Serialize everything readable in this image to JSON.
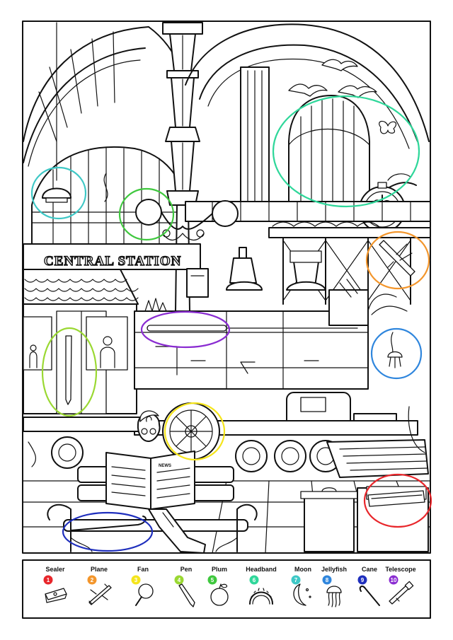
{
  "scene": {
    "sign_text": "CENTRAL STATION",
    "newspaper_text": "NEWS"
  },
  "legend": {
    "items": [
      {
        "number": "1",
        "label": "Sealer",
        "color": "#e8262b",
        "icon": "sealer-icon"
      },
      {
        "number": "2",
        "label": "Plane",
        "color": "#f3962c",
        "icon": "plane-icon"
      },
      {
        "number": "3",
        "label": "Fan",
        "color": "#f5e51c",
        "icon": "fan-icon"
      },
      {
        "number": "4",
        "label": "Pen",
        "color": "#9ad832",
        "icon": "pen-icon"
      },
      {
        "number": "5",
        "label": "Plum",
        "color": "#3fc83e",
        "icon": "plum-icon"
      },
      {
        "number": "6",
        "label": "Headband",
        "color": "#2fd79a",
        "icon": "headband-icon"
      },
      {
        "number": "7",
        "label": "Moon",
        "color": "#3ec8c6",
        "icon": "moon-icon"
      },
      {
        "number": "8",
        "label": "Jellyfish",
        "color": "#2f86dd",
        "icon": "jellyfish-icon"
      },
      {
        "number": "9",
        "label": "Cane",
        "color": "#1f2fbd",
        "icon": "cane-icon"
      },
      {
        "number": "10",
        "label": "Telescope",
        "color": "#8a2cd1",
        "icon": "telescope-icon"
      }
    ]
  },
  "found_markers": [
    {
      "item": "Sealer",
      "color": "#e8262b"
    },
    {
      "item": "Plane",
      "color": "#f3962c"
    },
    {
      "item": "Fan",
      "color": "#f5e51c"
    },
    {
      "item": "Pen",
      "color": "#9ad832"
    },
    {
      "item": "Plum",
      "color": "#3fc83e"
    },
    {
      "item": "Headband",
      "color": "#2fd79a"
    },
    {
      "item": "Moon",
      "color": "#3ec8c6"
    },
    {
      "item": "Jellyfish",
      "color": "#2f86dd"
    },
    {
      "item": "Cane",
      "color": "#1f2fbd"
    },
    {
      "item": "Telescope",
      "color": "#8a2cd1"
    }
  ]
}
